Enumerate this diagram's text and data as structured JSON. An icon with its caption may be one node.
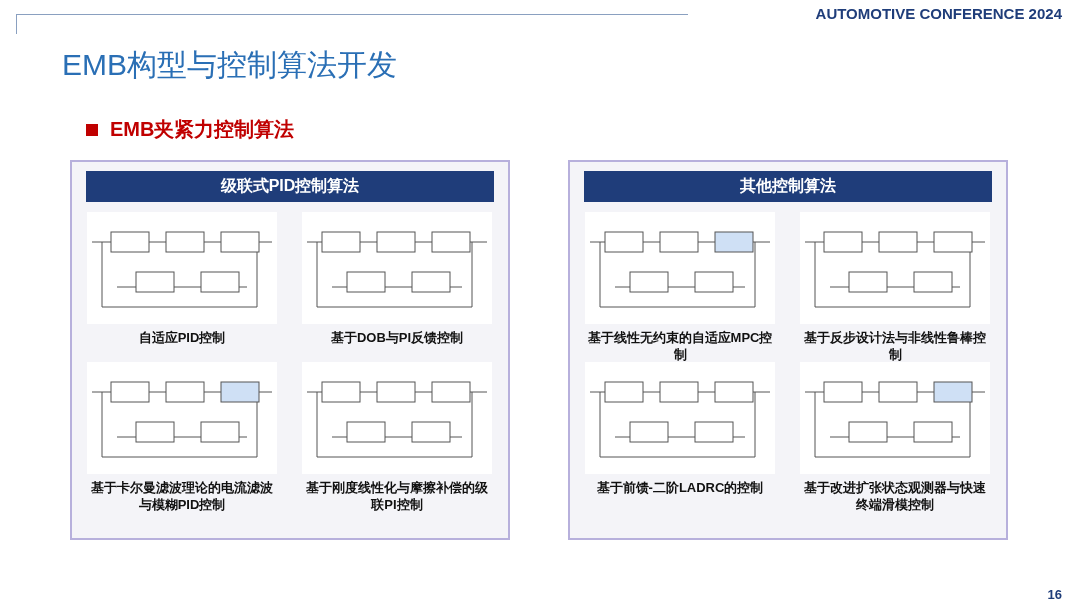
{
  "diagram": {
    "title": "EMB构型与控制算法开发",
    "nodes": [
      {
        "text": [
          "级联式PID控制算法"
        ]
      },
      {
        "text": [
          "自适应PID控制"
        ],
        "in": 0
      },
      {
        "text": [
          "基于DOB与PI反馈控制"
        ],
        "in": 0
      },
      {
        "text": [
          "基于卡尔曼滤波理论的电流滤波与模糊PID控制"
        ],
        "in": 0
      },
      {
        "text": [
          "基于刚度线性化与摩擦补偿的级联PI控制"
        ],
        "in": 0
      },
      {
        "text": [
          "其他控制算法"
        ]
      },
      {
        "text": [
          "基于线性无约束的自适应MPC控制"
        ],
        "in": 5
      },
      {
        "text": [
          "基于反步设计法与非线性鲁棒控制"
        ],
        "in": 5
      },
      {
        "text": [
          "基于前馈-二阶LADRC的控制"
        ],
        "in": 5
      },
      {
        "text": [
          "基于改进扩张状态观测器与快速终端滑模控制"
        ],
        "in": 5
      }
    ],
    "labels": [
      "AUTOMOTIVE CONFERENCE 2024",
      "EMB夹紧力控制算法",
      "16"
    ]
  }
}
